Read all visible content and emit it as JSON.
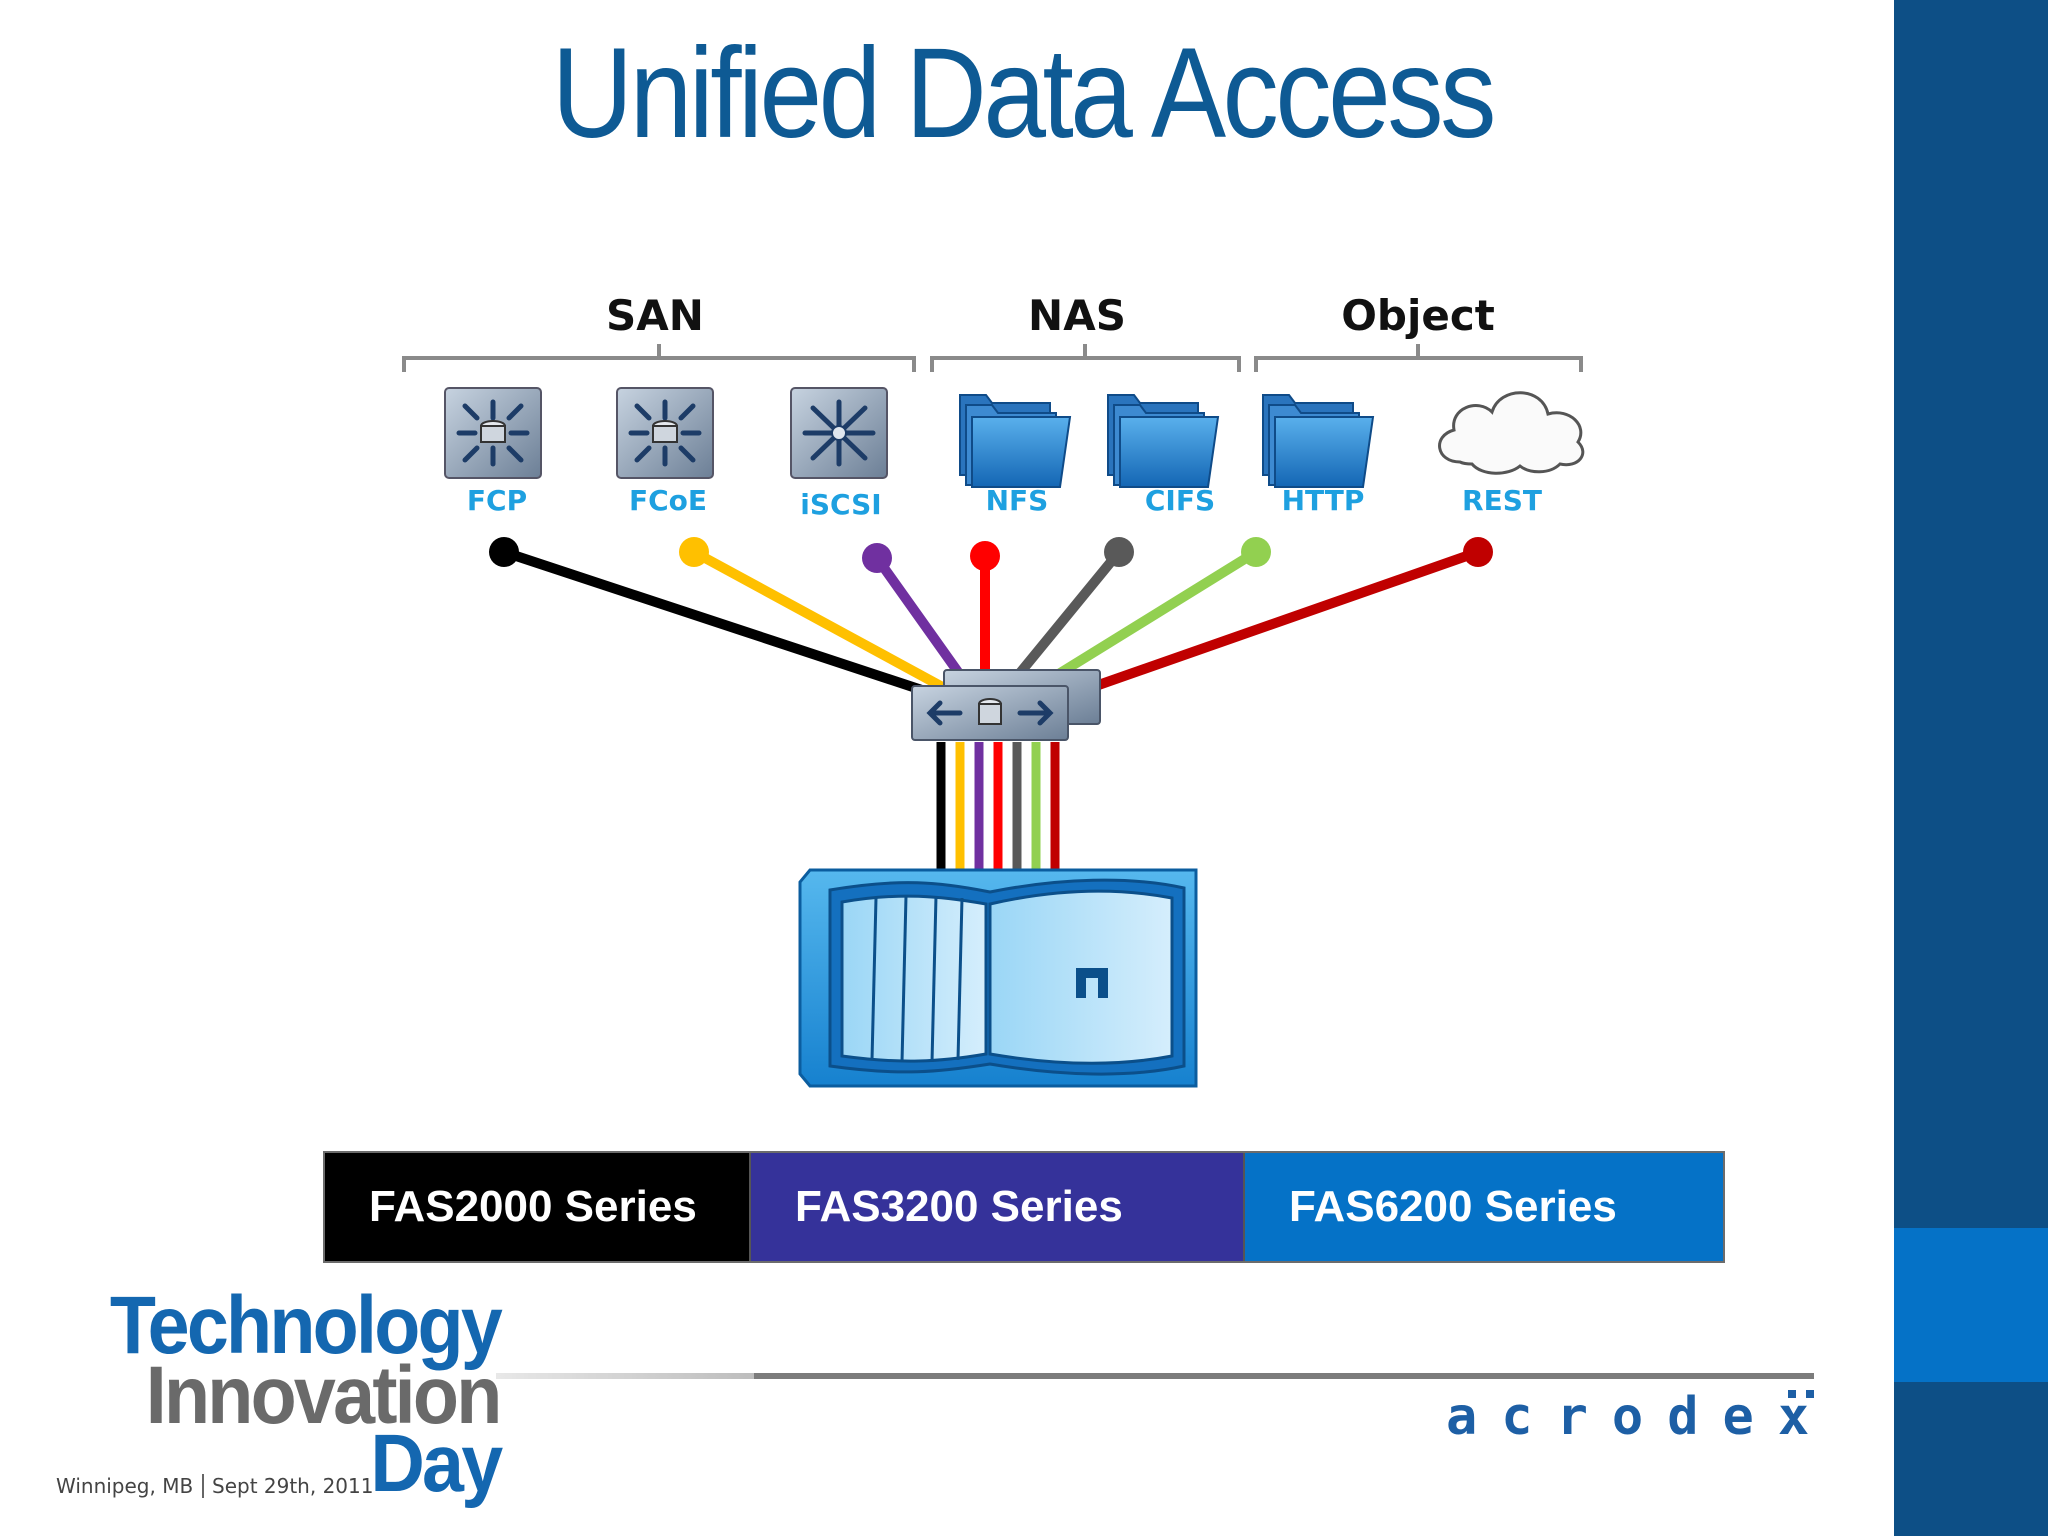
{
  "title": "Unified Data Access",
  "groups": [
    {
      "label": "SAN"
    },
    {
      "label": "NAS"
    },
    {
      "label": "Object"
    }
  ],
  "protocols": [
    {
      "label": "FCP",
      "icon": "switch-icon",
      "cable_color": "#000000"
    },
    {
      "label": "FCoE",
      "icon": "switch-icon",
      "cable_color": "#ffc000"
    },
    {
      "label": "iSCSI",
      "icon": "switch-star-icon",
      "cable_color": "#7030a0"
    },
    {
      "label": "NFS",
      "icon": "folder-icon",
      "cable_color": "#ff0000"
    },
    {
      "label": "CIFS",
      "icon": "folder-icon",
      "cable_color": "#595959"
    },
    {
      "label": "HTTP",
      "icon": "folder-icon",
      "cable_color": "#92d050"
    },
    {
      "label": "REST",
      "icon": "cloud-icon",
      "cable_color": "#c00000"
    }
  ],
  "series": [
    {
      "label": "FAS2000 Series",
      "color": "#000000"
    },
    {
      "label": "FAS3200 Series",
      "color": "#35329a"
    },
    {
      "label": "FAS6200 Series",
      "color": "#0572c7"
    }
  ],
  "footer": {
    "logo_line1": "Technology",
    "logo_line2": "Innovation",
    "logo_line3": "Day",
    "place": "Winnipeg, MB",
    "date": "Sept 29th, 2011",
    "brand": "acrodex"
  },
  "colors": {
    "title": "#0e5a94",
    "band": "#0d4f86",
    "band_accent": "#0572c7",
    "protocol_label": "#1ea0e0",
    "storage": "#1a8fd6"
  }
}
